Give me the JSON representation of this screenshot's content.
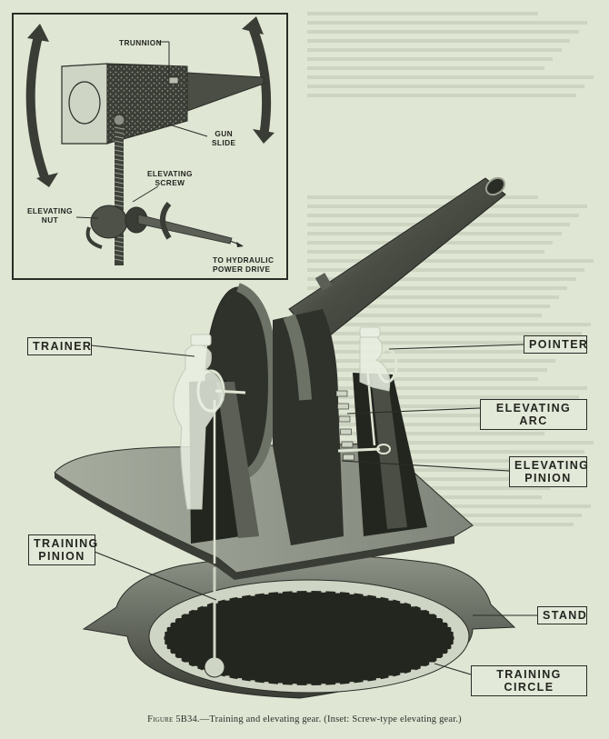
{
  "figure": {
    "caption_prefix": "Figure 5B34.",
    "caption_text": "—Training and elevating gear.  (Inset: Screw-type elevating gear.)"
  },
  "inset": {
    "title": "Screw-type elevating gear",
    "labels": {
      "trunnion": "TRUNNION",
      "gun_slide_line1": "GUN",
      "gun_slide_line2": "SLIDE",
      "elevating_screw_line1": "ELEVATING",
      "elevating_screw_line2": "SCREW",
      "elevating_nut_line1": "ELEVATING",
      "elevating_nut_line2": "NUT",
      "hydraulic_line1": "TO HYDRAULIC",
      "hydraulic_line2": "POWER DRIVE"
    }
  },
  "callouts": {
    "trainer": "TRAINER",
    "pointer": "POINTER",
    "elevating_arc": "ELEVATING ARC",
    "elevating_pinion_line1": "ELEVATING",
    "elevating_pinion_line2": "PINION",
    "training_pinion_line1": "TRAINING",
    "training_pinion_line2": "PINION",
    "stand": "STAND",
    "training_circle": "TRAINING CIRCLE"
  },
  "colors": {
    "paper": "#dfe6d4",
    "ink": "#23251f",
    "metal_dark": "#2f322b",
    "metal_mid": "#6d7266",
    "metal_light": "#b9bfb0"
  }
}
